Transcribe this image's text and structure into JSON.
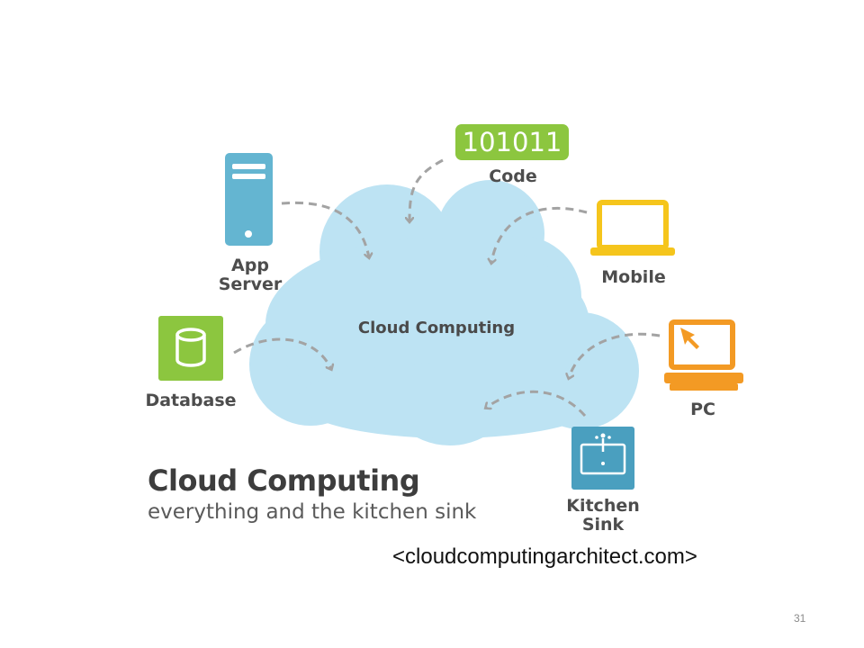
{
  "diagram": {
    "center_label": "Cloud Computing",
    "nodes": {
      "app_server": "App\nServer",
      "code": "Code",
      "code_value": "101011",
      "mobile": "Mobile",
      "database": "Database",
      "pc": "PC",
      "kitchen_sink": "Kitchen\nSink"
    }
  },
  "heading": "Cloud Computing",
  "subheading": "everything and the kitchen sink",
  "source": "<cloudcomputingarchitect.com>",
  "page_number": "31",
  "colors": {
    "cloud": "#bde3f3",
    "server_blue": "#64b5d1",
    "green": "#8cc63f",
    "yellow": "#f5c51c",
    "orange": "#f39a24",
    "teal": "#4a9fbf",
    "arrow": "#a3a3a3"
  }
}
